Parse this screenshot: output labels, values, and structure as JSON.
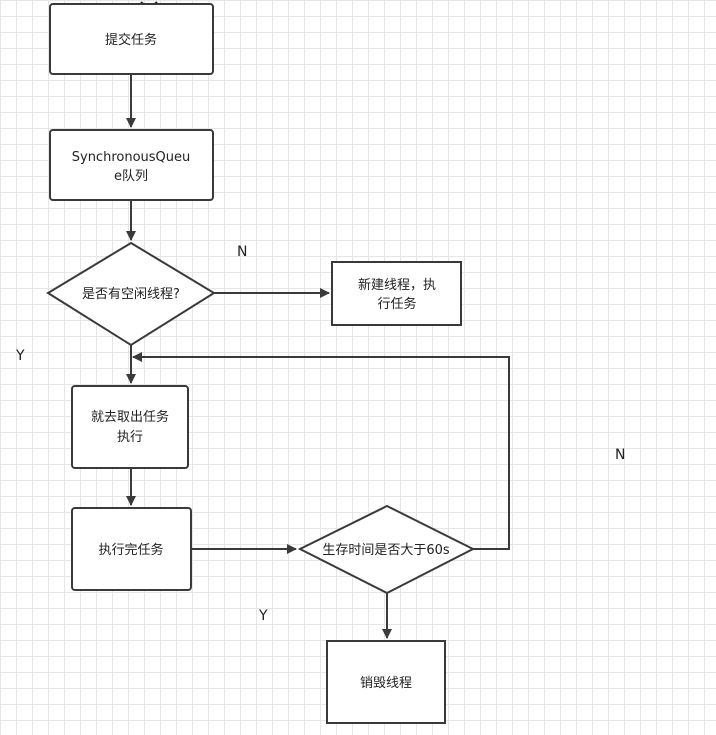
{
  "nodes": {
    "submit": {
      "lines": [
        "提交任务"
      ]
    },
    "queue": {
      "lines": [
        "SynchronousQueu",
        "e队列"
      ]
    },
    "idle_check": {
      "lines": [
        "是否有空闲线程?"
      ]
    },
    "new_thread": {
      "lines": [
        "新建线程，执",
        "行任务"
      ]
    },
    "take_task": {
      "lines": [
        "就去取出任务",
        "执行"
      ]
    },
    "finish": {
      "lines": [
        "执行完任务"
      ]
    },
    "alive_check": {
      "lines": [
        "生存时间是否大于60s"
      ]
    },
    "destroy": {
      "lines": [
        "销毁线程"
      ]
    }
  },
  "edge_labels": {
    "idle_no": "N",
    "idle_yes": "Y",
    "alive_no": "N",
    "alive_yes": "Y"
  }
}
